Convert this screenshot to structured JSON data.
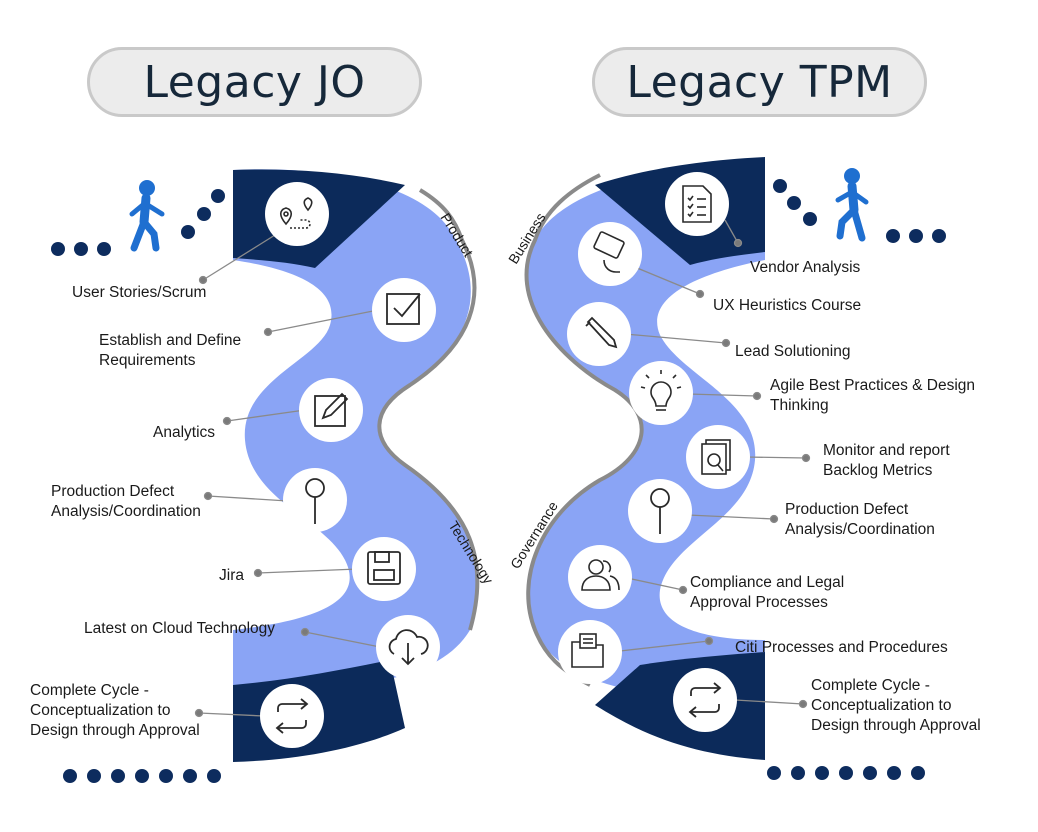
{
  "colors": {
    "navy": "#0c2a5a",
    "periwinkle": "#8aa4f5",
    "gray_line": "#8a8a8a",
    "walker_blue": "#1f6fd0",
    "dot_navy": "#0d2c5e",
    "pill_bg": "#ececec"
  },
  "left": {
    "title": "Legacy JO",
    "stage_top": "Product",
    "stage_bottom": "Technology",
    "items": [
      {
        "label": "User Stories/Scrum",
        "icon": "route-map-icon"
      },
      {
        "label": "Establish and Define\nRequirements",
        "icon": "checkbox-icon"
      },
      {
        "label": "Analytics",
        "icon": "edit-pencil-icon"
      },
      {
        "label": "Production Defect\nAnalysis/Coordination",
        "icon": "pin-icon"
      },
      {
        "label": "Jira",
        "icon": "floppy-disk-icon"
      },
      {
        "label": "Latest on Cloud Technology",
        "icon": "cloud-download-icon"
      },
      {
        "label": "Complete Cycle -\nConceptualization to\nDesign through Approval",
        "icon": "cycle-arrows-icon"
      }
    ]
  },
  "right": {
    "title": "Legacy TPM",
    "stage_top": "Business",
    "stage_bottom": "Governance",
    "items": [
      {
        "label": "Vendor Analysis",
        "icon": "document-checklist-icon"
      },
      {
        "label": "UX Heuristics Course",
        "icon": "hand-card-icon"
      },
      {
        "label": "Lead Solutioning",
        "icon": "pencil-icon"
      },
      {
        "label": "Agile Best Practices & Design\nThinking",
        "icon": "lightbulb-icon"
      },
      {
        "label": "Monitor and report\nBacklog Metrics",
        "icon": "report-search-icon"
      },
      {
        "label": "Production Defect\nAnalysis/Coordination",
        "icon": "pin-icon"
      },
      {
        "label": "Compliance and Legal\nApproval Processes",
        "icon": "people-icon"
      },
      {
        "label": "Citi Processes and Procedures",
        "icon": "folder-icon"
      },
      {
        "label": "Complete Cycle -\nConceptualization to\nDesign through Approval",
        "icon": "cycle-arrows-icon"
      }
    ]
  }
}
